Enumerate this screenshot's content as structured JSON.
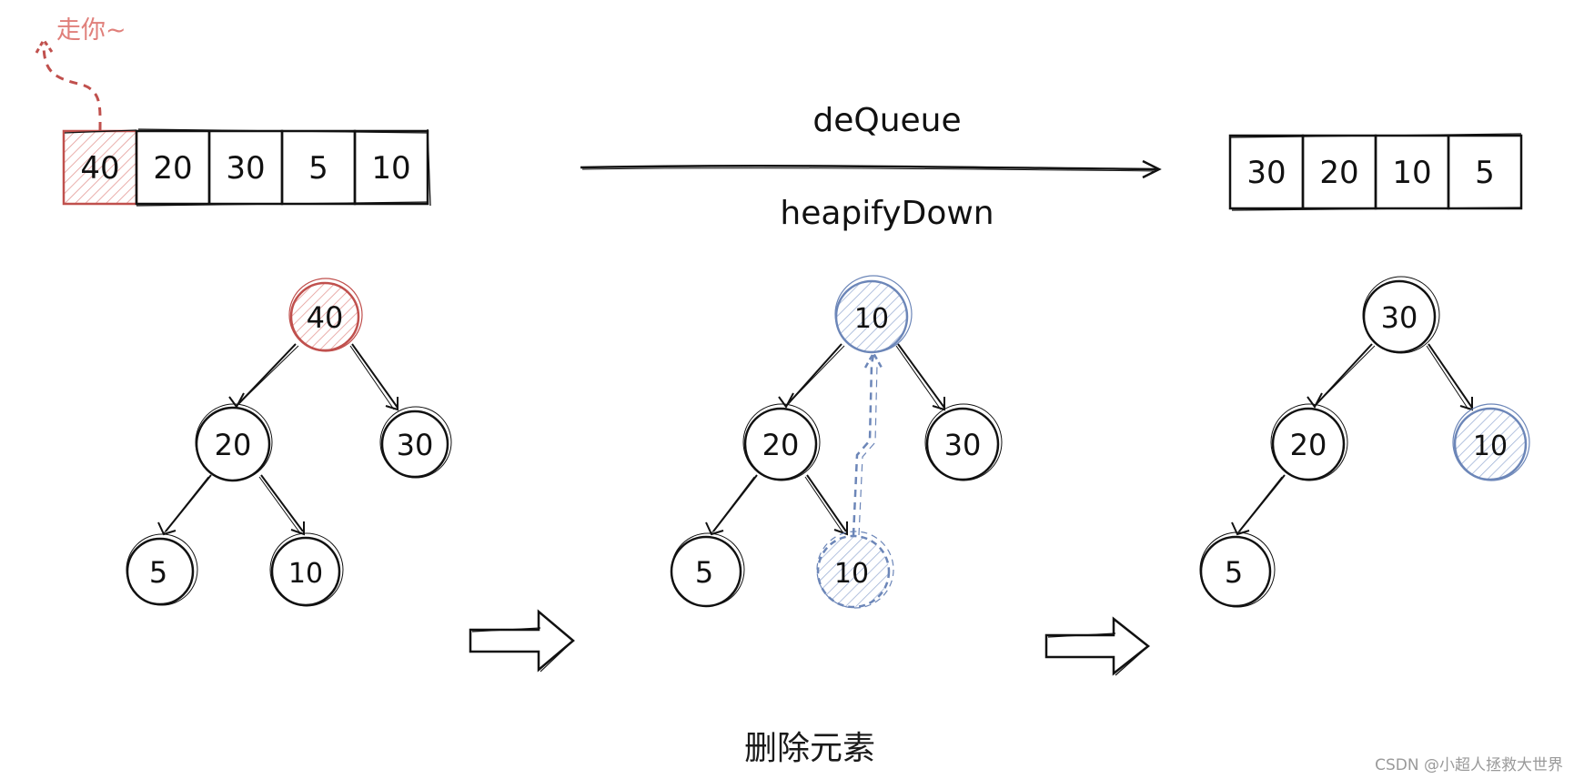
{
  "annotation_label": "走你~",
  "top_array_before": [
    "40",
    "20",
    "30",
    "5",
    "10"
  ],
  "top_array_after": [
    "30",
    "20",
    "10",
    "5"
  ],
  "operation_top": "deQueue",
  "operation_bottom": "heapifyDown",
  "tree_before": {
    "root": "40",
    "left": "20",
    "right": "30",
    "left_left": "5",
    "left_right": "10"
  },
  "tree_middle": {
    "root": "10",
    "left": "20",
    "right": "30",
    "left_left": "5",
    "left_right": "10"
  },
  "tree_after": {
    "root": "30",
    "left": "20",
    "right": "10",
    "left_left": "5"
  },
  "caption": "删除元素",
  "watermark": "CSDN @小超人拯救大世界",
  "colors": {
    "removed": "#c0504d",
    "removed_label": "#e07f7a",
    "moved": "#6c86b8",
    "ink": "#111111"
  }
}
